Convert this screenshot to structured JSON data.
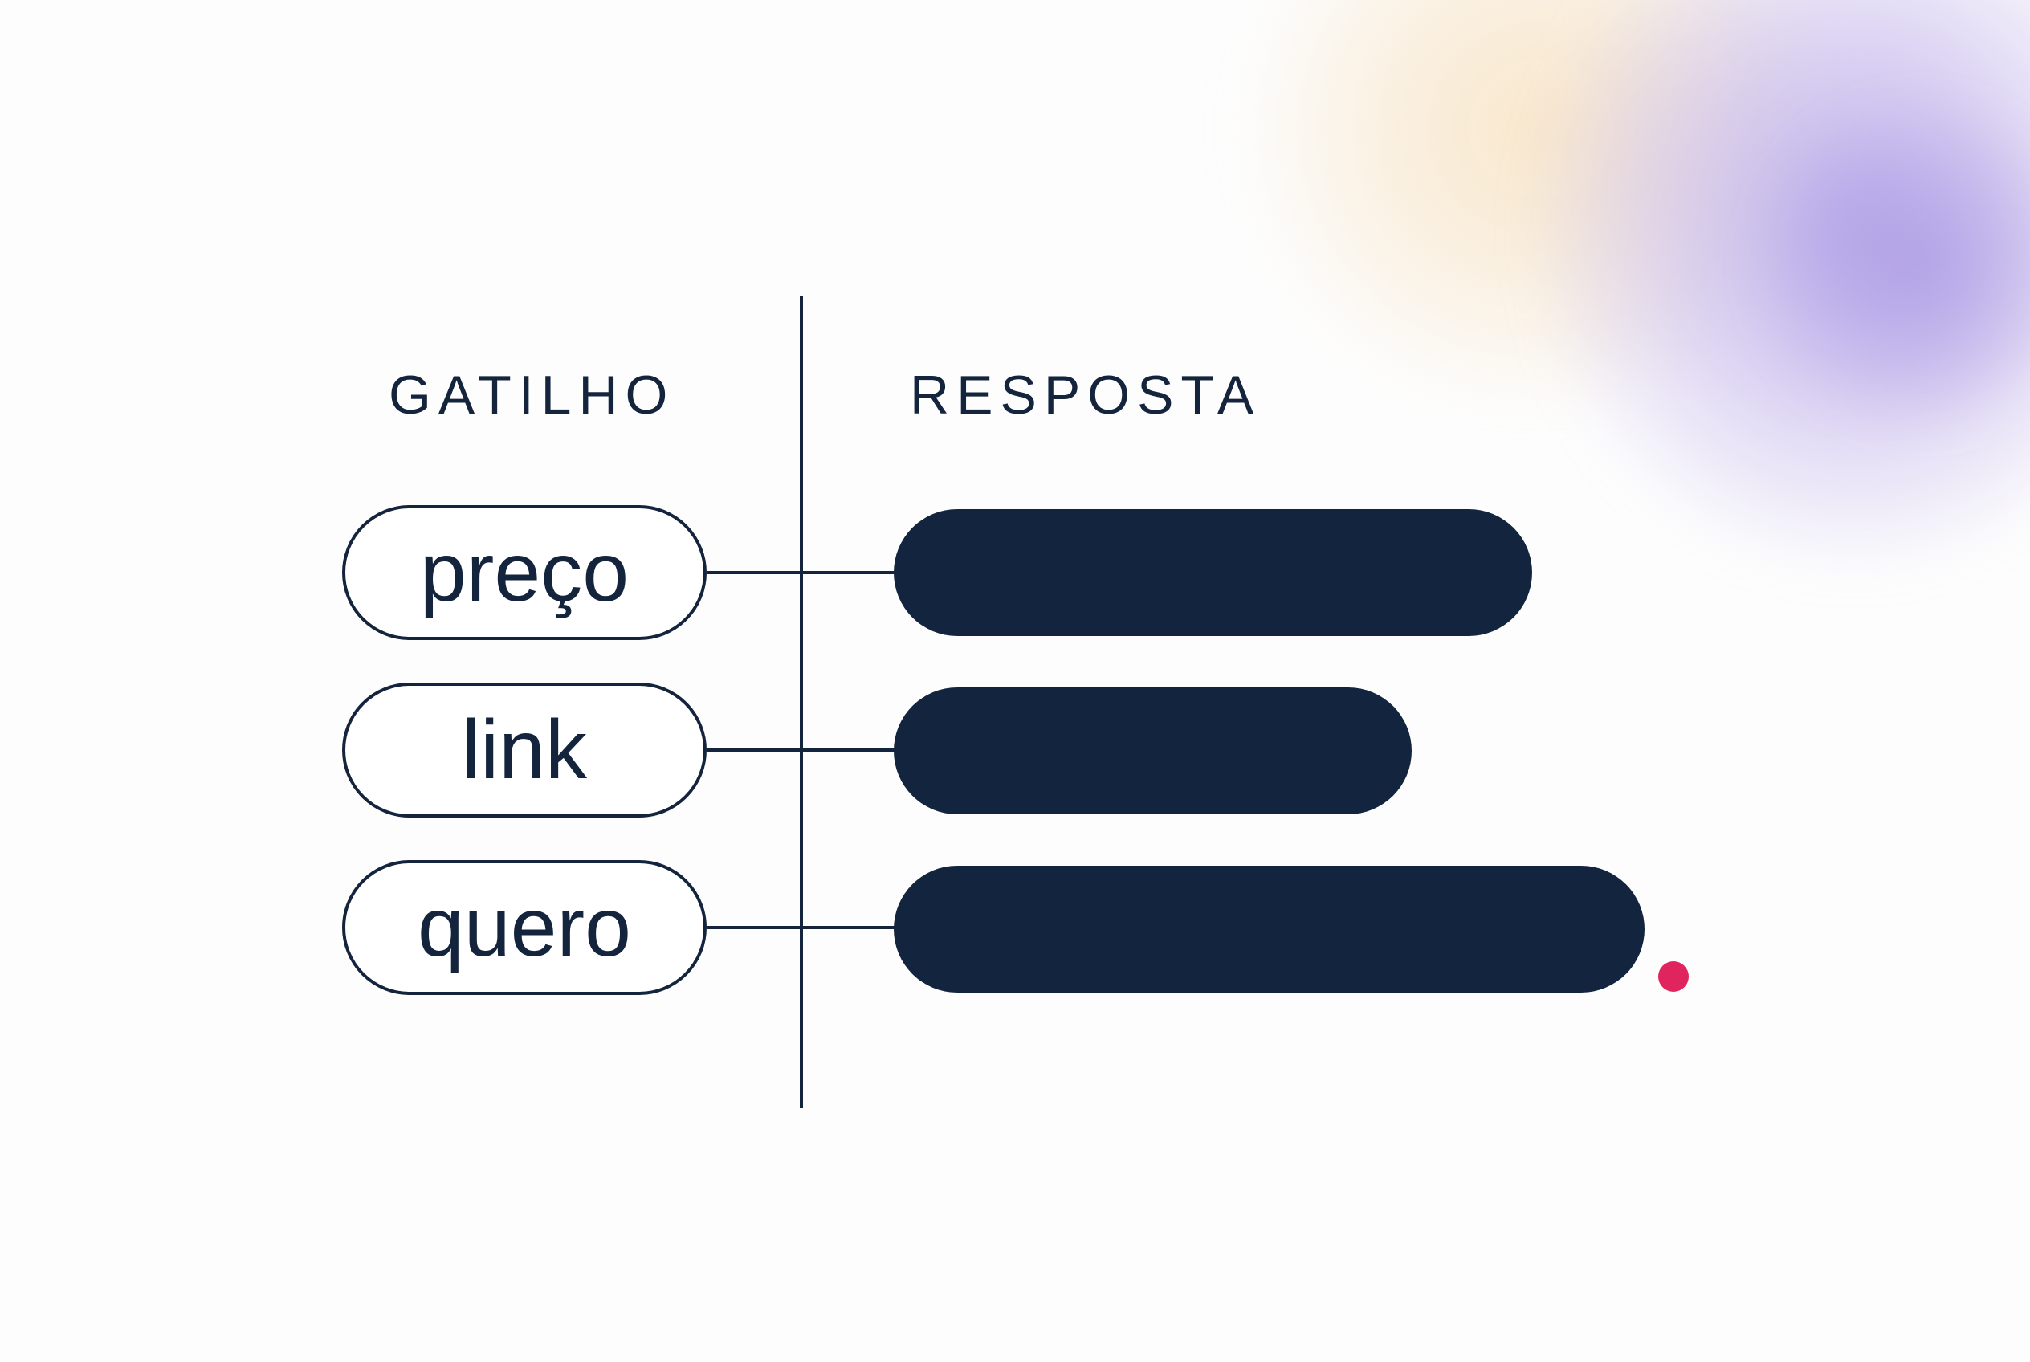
{
  "headers": {
    "trigger": "GATILHO",
    "response": "RESPOSTA"
  },
  "rows": [
    {
      "trigger": "preço",
      "response_length": 0.85
    },
    {
      "trigger": "link",
      "response_length": 0.69
    },
    {
      "trigger": "quero",
      "response_length": 1.0
    }
  ],
  "colors": {
    "ink": "#14243d",
    "bar": "#13253e",
    "accent": "#e0245e",
    "wash_peach": "#f7e2c2",
    "wash_lilac": "#b5a6e8"
  }
}
